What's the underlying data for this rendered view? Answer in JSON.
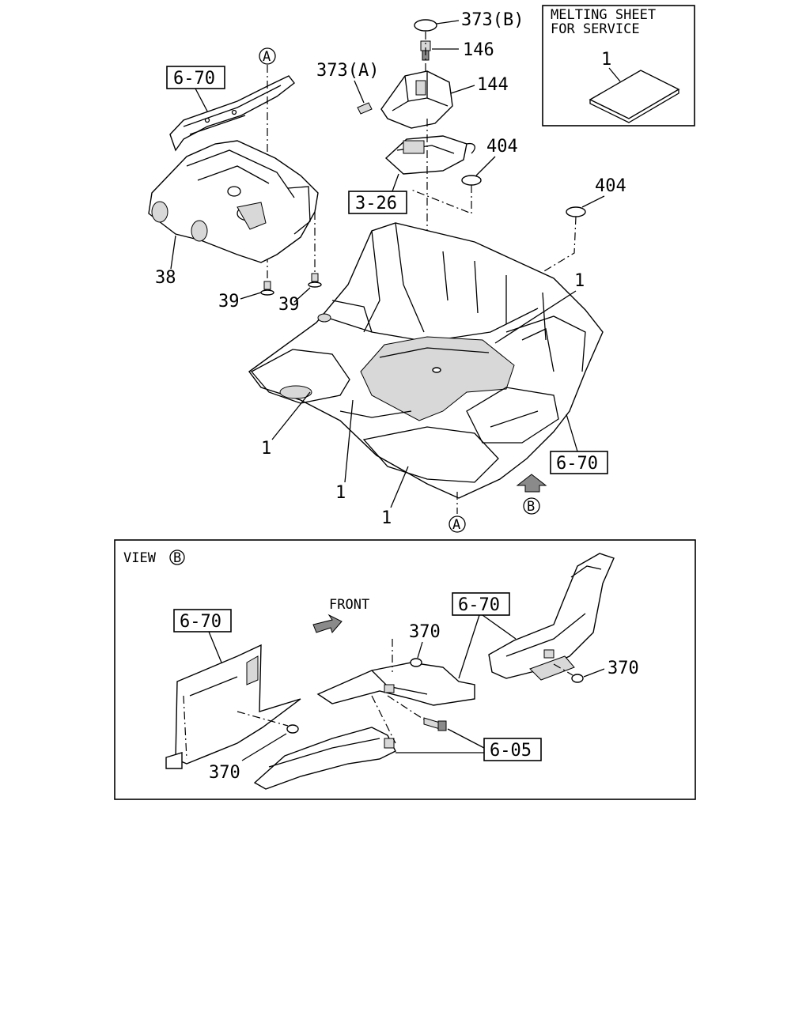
{
  "melting_sheet_box": {
    "line1": "MELTING SHEET",
    "line2": "FOR SERVICE",
    "part_no": "1"
  },
  "callouts": {
    "p373b": "373(B)",
    "p146": "146",
    "p373a": "373(A)",
    "p144": "144",
    "p404a": "404",
    "p404b": "404",
    "p38": "38",
    "p39a": "39",
    "p39b": "39",
    "p1_right": "1",
    "p1_left": "1",
    "p1_mid": "1",
    "p1_bottom": "1"
  },
  "ref_boxes": {
    "ref_6_70_top": "6-70",
    "ref_3_26": "3-26",
    "ref_6_70_right": "6-70",
    "ref_6_70_view_left": "6-70",
    "ref_6_70_view_mid": "6-70",
    "ref_6_05": "6-05"
  },
  "markers": {
    "circle_a_top": "A",
    "circle_a_bottom": "A",
    "circle_b": "B",
    "view_b": "B"
  },
  "view_panel": {
    "title": "VIEW",
    "front_label": "FRONT",
    "p370_top": "370",
    "p370_right": "370",
    "p370_left": "370"
  }
}
